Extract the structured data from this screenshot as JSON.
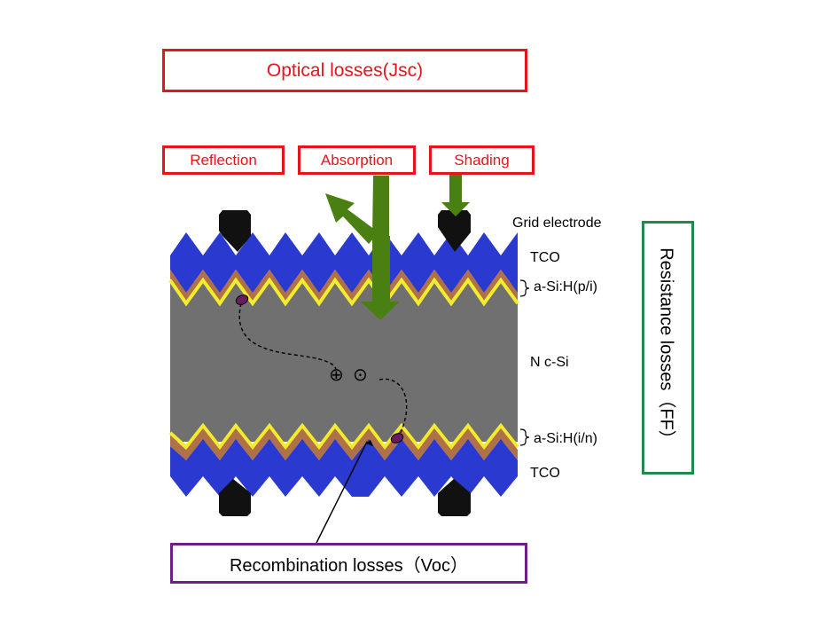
{
  "optical_losses": "Optical losses(Jsc)",
  "loss_types": {
    "reflection": "Reflection",
    "absorption": "Absorption",
    "shading": "Shading"
  },
  "layers": {
    "grid_electrode": "Grid electrode",
    "tco_top": "TCO",
    "asi_top": "a-Si:H(p/i)",
    "ncsi": "N c-Si",
    "asi_bottom": "a-Si:H(i/n)",
    "tco_bottom": "TCO"
  },
  "recombination_losses": "Recombination losses（Voc）",
  "resistance_losses": "Resistance losses（FF）",
  "carriers": {
    "hole": "⊕",
    "electron": "⊙"
  },
  "colors": {
    "tco": "#2a3ad0",
    "asi_brown": "#b07048",
    "asi_yellow": "#f2ec2c",
    "silicon": "#707070",
    "arrow_green": "#4a7f12",
    "electrode": "#111111",
    "defect": "#6a1a62"
  }
}
